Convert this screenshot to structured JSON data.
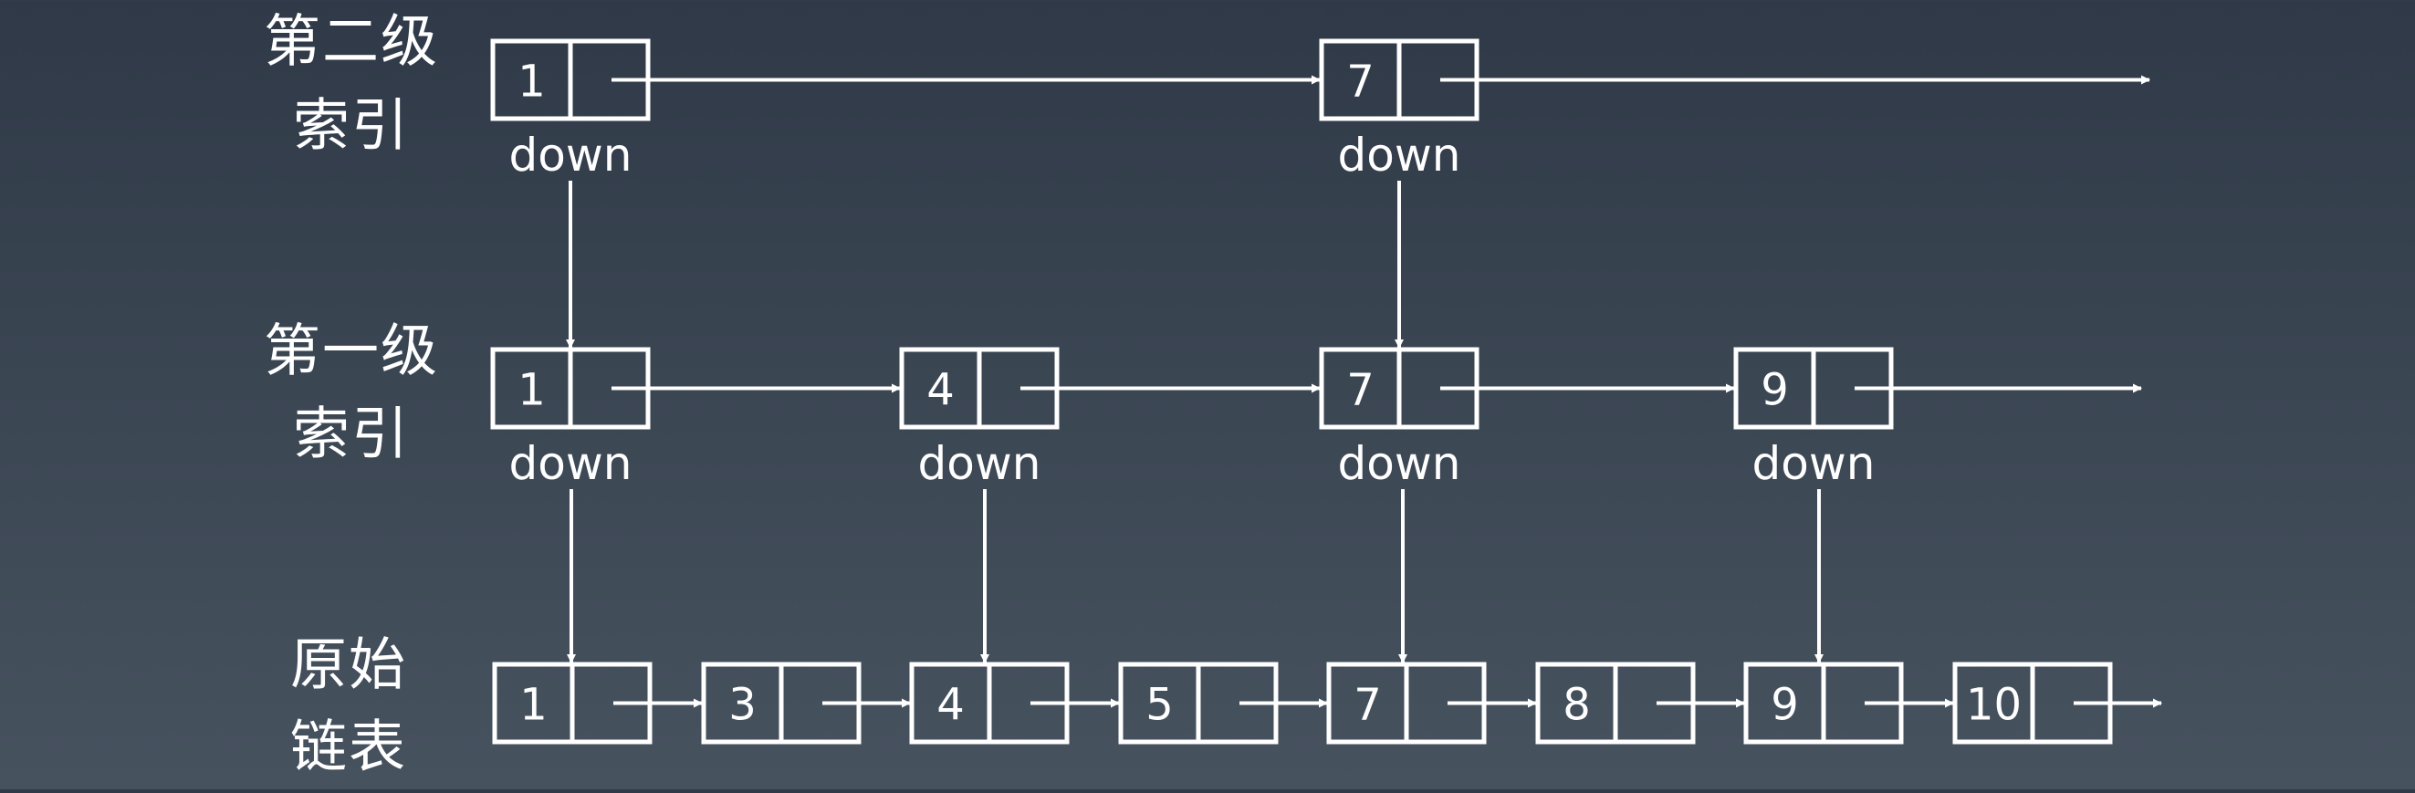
{
  "levels": [
    {
      "label_lines": [
        "第二级",
        "索引"
      ],
      "nodes": [
        {
          "value": "1",
          "down": "down"
        },
        {
          "value": "7",
          "down": "down"
        }
      ]
    },
    {
      "label_lines": [
        "第一级",
        "索引"
      ],
      "nodes": [
        {
          "value": "1",
          "down": "down"
        },
        {
          "value": "4",
          "down": "down"
        },
        {
          "value": "7",
          "down": "down"
        },
        {
          "value": "9",
          "down": "down"
        }
      ]
    },
    {
      "label_lines": [
        "原始",
        "链表"
      ],
      "nodes": [
        {
          "value": "1"
        },
        {
          "value": "3"
        },
        {
          "value": "4"
        },
        {
          "value": "5"
        },
        {
          "value": "7"
        },
        {
          "value": "8"
        },
        {
          "value": "9"
        },
        {
          "value": "10"
        }
      ]
    }
  ],
  "colors": {
    "stroke": "#ffffff",
    "text": "#ffffff",
    "background_top": "#2f3947",
    "background_bottom": "#47525f"
  }
}
